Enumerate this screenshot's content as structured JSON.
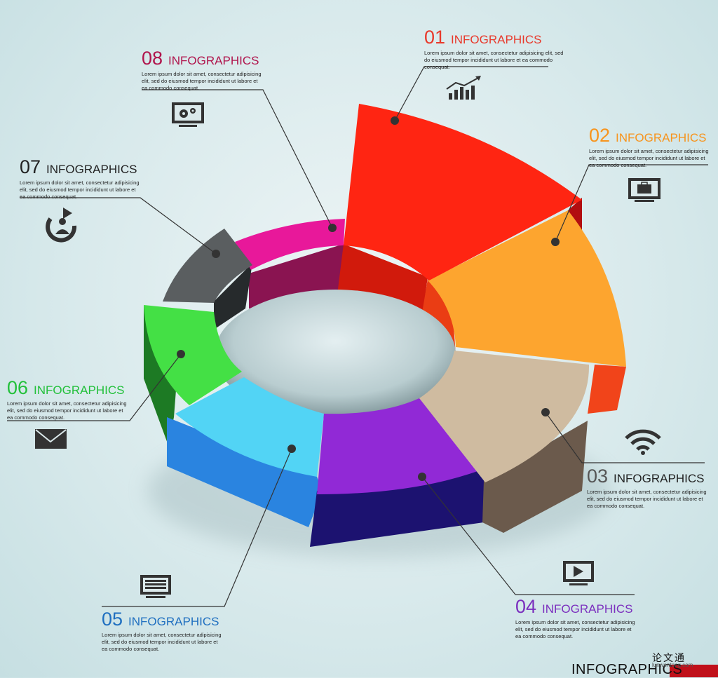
{
  "segments": [
    {
      "num": "01",
      "word": "INFOGRAPHICS",
      "color": "#e8392b",
      "text": "Lorem ipsum dolor sit amet, consectetur adipisicing elit, sed do eiusmod tempor incididunt ut labore et ea commodo consequat.",
      "icon": "bar-chart-icon"
    },
    {
      "num": "02",
      "word": "INFOGRAPHICS",
      "color": "#f7941d",
      "text": "Lorem ipsum dolor sit amet, consectetur adipisicing elit, sed do eiusmod tempor incididunt ut labore et ea commodo consequat.",
      "icon": "briefcase-monitor-icon"
    },
    {
      "num": "03",
      "word": "INFOGRAPHICS",
      "color": "#555555",
      "text": "Lorem ipsum dolor sit amet, consectetur adipisicing elit, sed do eiusmod tempor incididunt ut labore et ea commodo consequat.",
      "icon": "wifi-icon"
    },
    {
      "num": "04",
      "word": "INFOGRAPHICS",
      "color": "#7b2fbe",
      "text": "Lorem ipsum dolor sit amet, consectetur adipisicing elit, sed do eiusmod tempor incididunt ut labore et ea commodo consequat.",
      "icon": "play-monitor-icon"
    },
    {
      "num": "05",
      "word": "INFOGRAPHICS",
      "color": "#1f6fc0",
      "text": "Lorem ipsum dolor sit amet, consectetur adipisicing elit, sed do eiusmod tempor incididunt ut labore et ea commodo consequat.",
      "icon": "news-monitor-icon"
    },
    {
      "num": "06",
      "word": "INFOGRAPHICS",
      "color": "#22c03a",
      "text": "Lorem ipsum dolor sit amet, consectetur adipisicing elit, sed do eiusmod tempor incididunt ut labore et ea commodo consequat.",
      "icon": "envelope-icon"
    },
    {
      "num": "07",
      "word": "INFOGRAPHICS",
      "color": "#222222",
      "text": "Lorem ipsum dolor sit amet, consectetur adipisicing elit, sed do eiusmod tempor incididunt ut labore et ea commodo consequat.",
      "icon": "user-cycle-icon"
    },
    {
      "num": "08",
      "word": "INFOGRAPHICS",
      "color": "#b0144c",
      "text": "Lorem ipsum dolor sit amet, consectetur adipisicing elit, sed do eiusmod tempor incididunt ut labore et ea commodo consequat.",
      "icon": "gears-monitor-icon"
    }
  ],
  "watermark": {
    "title": "INFOGRAPHICS",
    "chinese": "论文通",
    "url": "lunwentong.com"
  }
}
